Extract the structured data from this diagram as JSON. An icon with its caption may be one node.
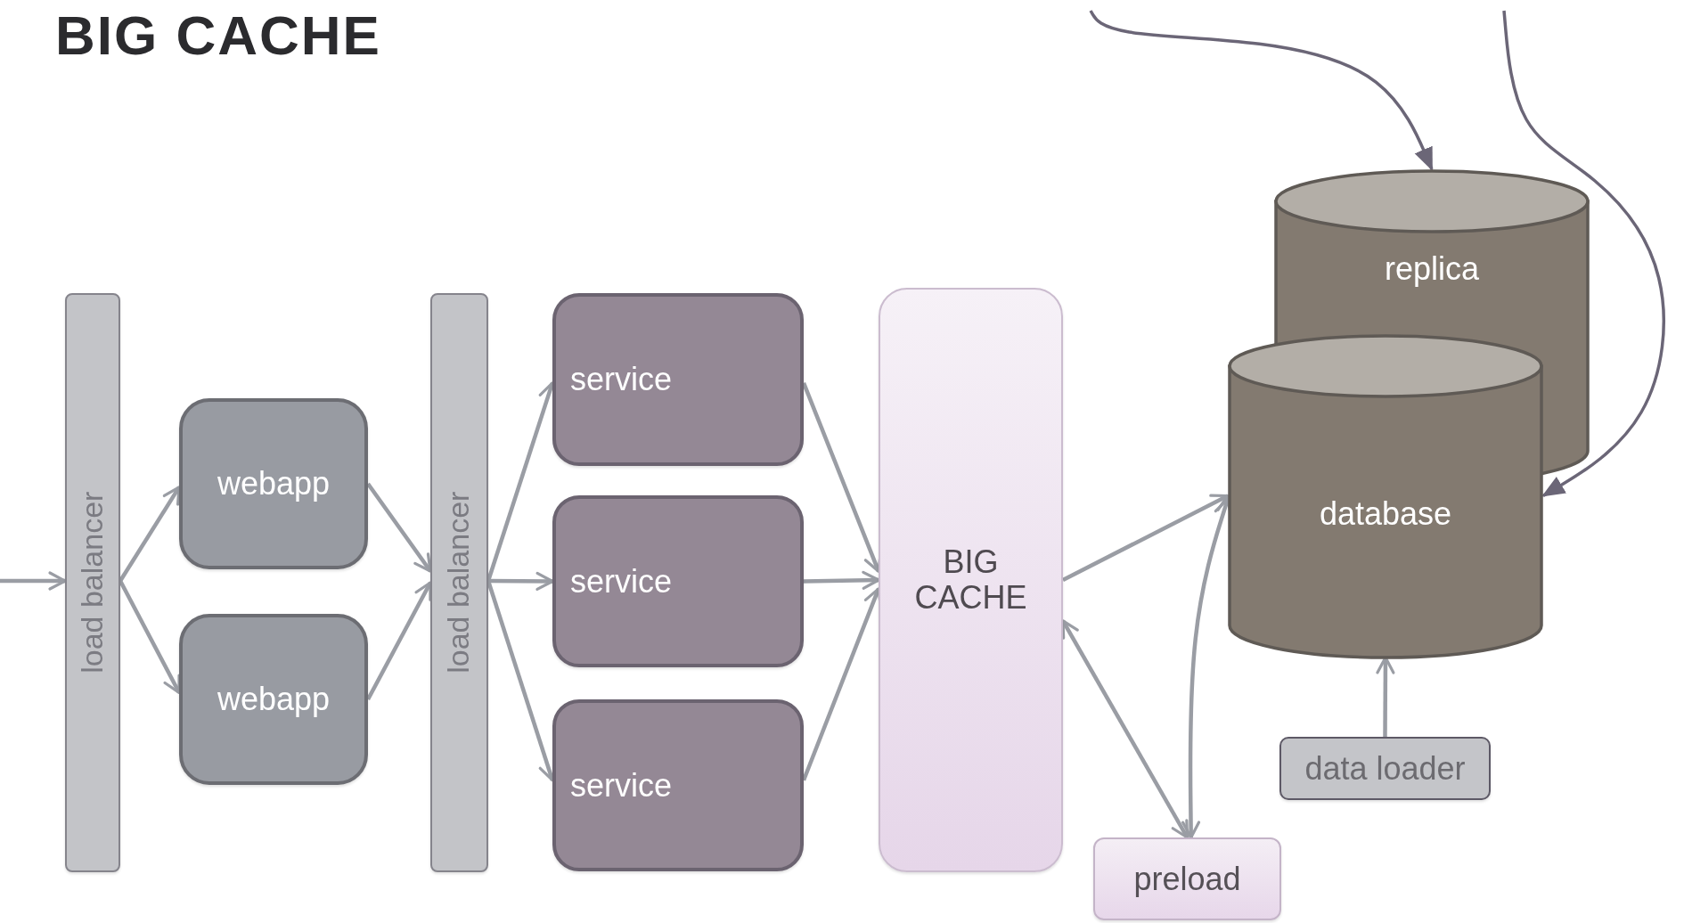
{
  "diagram": {
    "title": "BIG CACHE",
    "nodes": [
      {
        "text": [
          "load balancer"
        ]
      },
      {
        "text": [
          "webapp"
        ]
      },
      {
        "text": [
          "webapp"
        ]
      },
      {
        "text": [
          "load balancer"
        ]
      },
      {
        "text": [
          "service"
        ]
      },
      {
        "text": [
          "service"
        ]
      },
      {
        "text": [
          "service"
        ]
      },
      {
        "text": [
          "BIG CACHE"
        ]
      },
      {
        "text": [
          "replica"
        ]
      },
      {
        "text": [
          "database"
        ]
      },
      {
        "text": [
          "preload"
        ]
      },
      {
        "text": [
          "data loader"
        ]
      }
    ],
    "edges": [
      {
        "from": null,
        "to": 0,
        "arrow": "to"
      },
      {
        "from": 0,
        "to": 1,
        "arrow": "to"
      },
      {
        "from": 0,
        "to": 2,
        "arrow": "to"
      },
      {
        "from": 1,
        "to": 3,
        "arrow": "to"
      },
      {
        "from": 2,
        "to": 3,
        "arrow": "to"
      },
      {
        "from": 3,
        "to": 4,
        "arrow": "to"
      },
      {
        "from": 3,
        "to": 5,
        "arrow": "to"
      },
      {
        "from": 3,
        "to": 6,
        "arrow": "to"
      },
      {
        "from": 4,
        "to": 7,
        "arrow": "to"
      },
      {
        "from": 5,
        "to": 7,
        "arrow": "to"
      },
      {
        "from": 6,
        "to": 7,
        "arrow": "to"
      },
      {
        "from": 7,
        "to": 9,
        "arrow": "to"
      },
      {
        "from": 7,
        "to": 10,
        "arrow": "both"
      },
      {
        "from": 10,
        "to": 9,
        "arrow": "both"
      },
      {
        "from": 11,
        "to": 9,
        "arrow": "to"
      },
      {
        "from": null,
        "to": 8,
        "arrow": "to",
        "color": "#6b6677"
      },
      {
        "from": null,
        "to": 9,
        "arrow": "to",
        "color": "#6b6677"
      }
    ]
  }
}
